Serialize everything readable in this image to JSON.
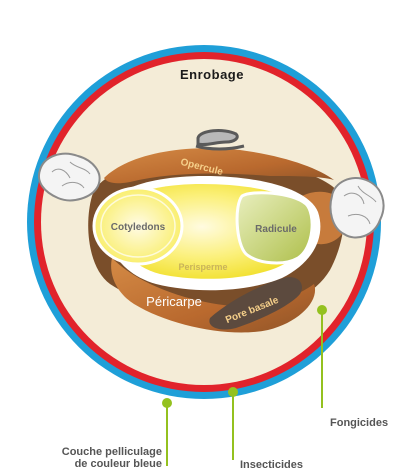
{
  "diagram": {
    "title": "Enrobage",
    "parts": {
      "opercule": "Opercule",
      "cotyledons": "Cotyledons",
      "radicule": "Radicule",
      "perisperme": "Perisperme",
      "pericarpe": "Péricarpe",
      "pore_basale": "Pore basale"
    },
    "callouts": {
      "fongicides": "Fongicides",
      "insecticides": "Insecticides",
      "couche_line1": "Couche pelliculage",
      "couche_line2": "de couleur bleue"
    },
    "colors": {
      "outer_ring": "#1f9fd8",
      "red_ring": "#e1232b",
      "coating_fill": "#f4ecd7",
      "husk_dark": "#7a4e2a",
      "husk_light": "#c77b3c",
      "kernel_yellow": "#f6ea3c",
      "radicule_green": "#c9d77a",
      "pointer_green": "#94c11f"
    }
  }
}
